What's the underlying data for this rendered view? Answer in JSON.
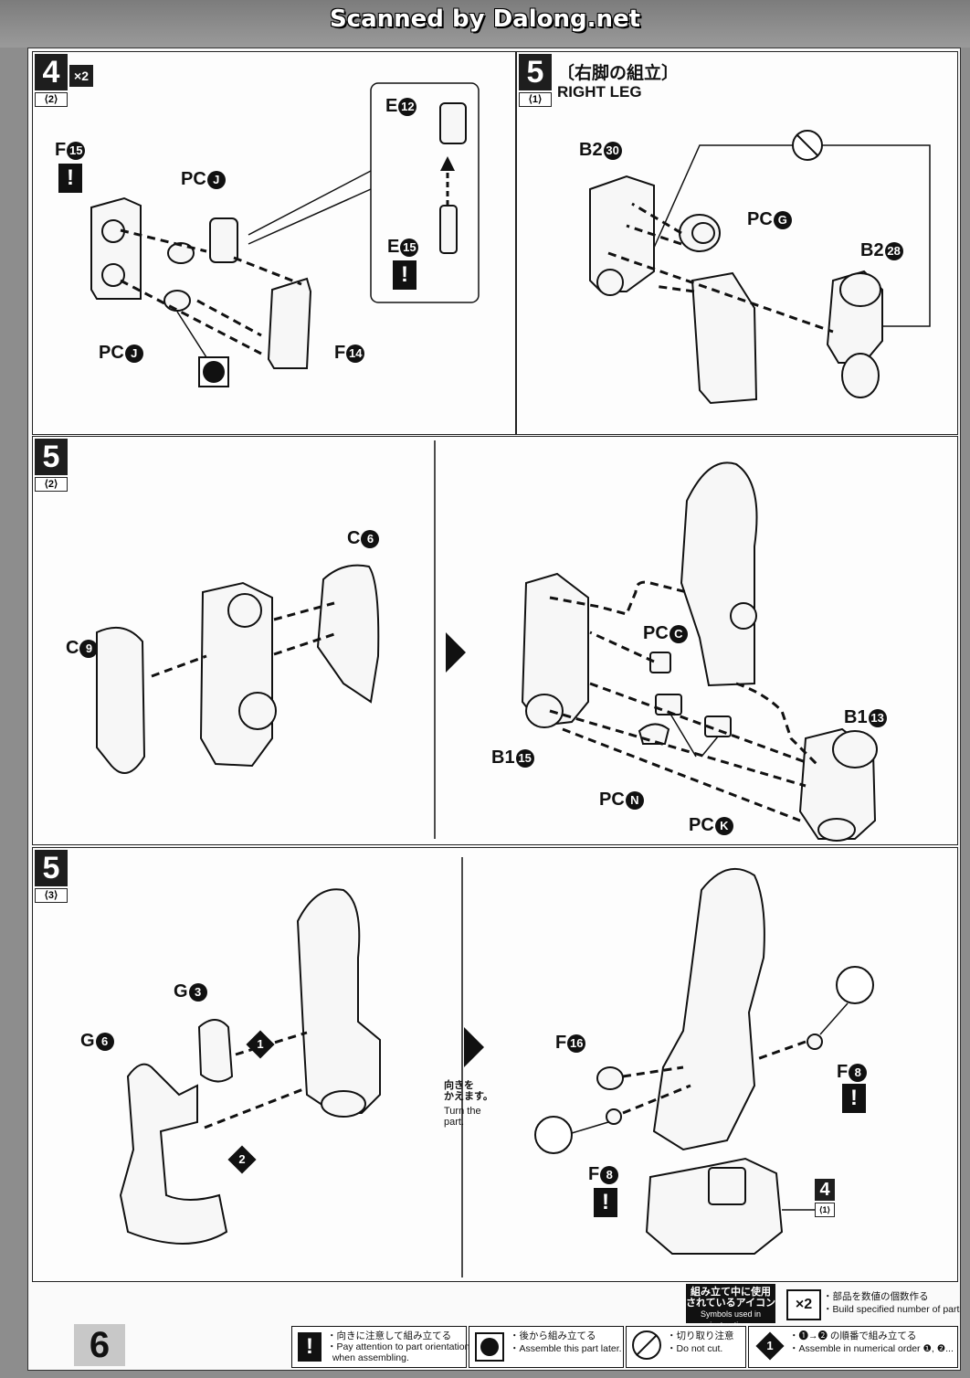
{
  "scan_credit": "Scanned by Dalong.net",
  "steps": {
    "s4": {
      "num": "4",
      "sub": "⟨2⟩",
      "mult": "×2",
      "labels": {
        "f15": "F",
        "f15n": "15",
        "pcj1": "PC",
        "pcj1n": "J",
        "pcj2": "PC",
        "pcj2n": "J",
        "f14": "F",
        "f14n": "14",
        "e12": "E",
        "e12n": "12",
        "e15": "E",
        "e15n": "15"
      }
    },
    "s5a": {
      "num": "5",
      "sub": "⟨1⟩",
      "title_jp": "〔右脚の組立〕",
      "title_en": "RIGHT LEG",
      "labels": {
        "b230": "B2",
        "b230n": "30",
        "pcg": "PC",
        "pcgn": "G",
        "b228": "B2",
        "b228n": "28"
      }
    },
    "s5b": {
      "num": "5",
      "sub": "⟨2⟩",
      "labels": {
        "c6": "C",
        "c6n": "6",
        "c9": "C",
        "c9n": "9",
        "pcc": "PC",
        "pccn": "C",
        "b113": "B1",
        "b113n": "13",
        "b115": "B1",
        "b115n": "15",
        "pcn": "PC",
        "pcnn": "N",
        "pck": "PC",
        "pckn": "K"
      }
    },
    "s5c": {
      "num": "5",
      "sub": "⟨3⟩",
      "labels": {
        "g3": "G",
        "g3n": "3",
        "g6": "G",
        "g6n": "6",
        "f16": "F",
        "f16n": "16",
        "f8a": "F",
        "f8an": "8",
        "f8b": "F",
        "f8bn": "8",
        "ref4": "4",
        "ref4sub": "⟨1⟩",
        "seq1": "1",
        "seq2": "2"
      },
      "turn_jp": "向きを\nかえます。",
      "turn_en": "Turn the\npart."
    }
  },
  "legend": {
    "title_jp": "組み立て中に使用\nされているアイコン",
    "title_en": "Symbols used in instructions",
    "x2_jp": "・部品を数値の個数作る",
    "x2_en": "・Build specified number of parts.",
    "warn_jp": "・向きに注意して組み立てる",
    "warn_en": "・Pay attention to part orientation\n  when assembling.",
    "later_jp": "・後から組み立てる",
    "later_en": "・Assemble this part later.",
    "nocut_jp": "・切り取り注意",
    "nocut_en": "・Do not cut.",
    "order_jp": "・❶→❷ の順番で組み立てる",
    "order_en": "・Assemble in numerical order ❶, ❷..."
  },
  "page_number": "6"
}
